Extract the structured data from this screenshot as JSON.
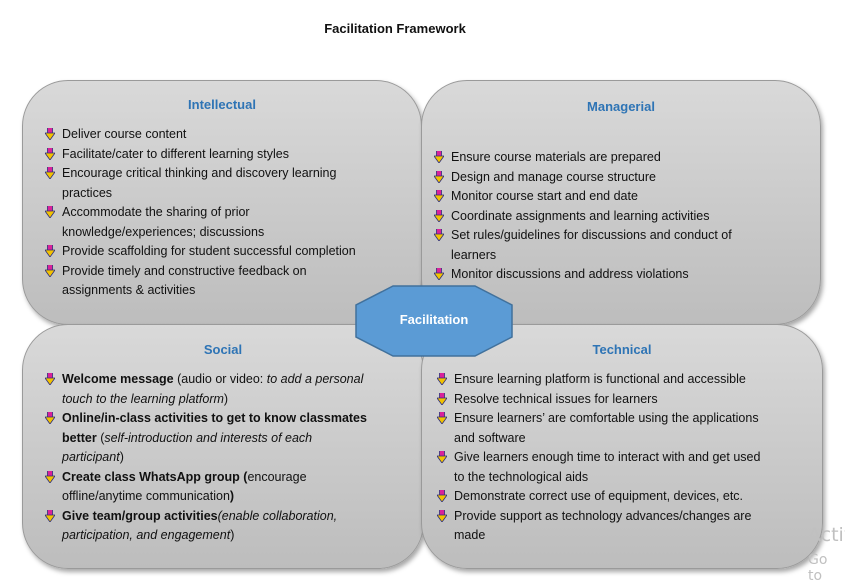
{
  "title": "Facilitation Framework",
  "center": {
    "label": "Facilitation"
  },
  "colors": {
    "heading": "#2e74b5",
    "center_fill": "#5b9bd5",
    "center_stroke": "#41719c",
    "box_fill": "#cfcfcf",
    "bullet_top": "#d9229a",
    "bullet_bottom": "#f2c200",
    "bullet_edge": "#2f2f7a"
  },
  "bullet_icon": "arrow-down-bullet-icon",
  "quadrants": {
    "intellectual": {
      "heading": "Intellectual",
      "items": [
        {
          "lines": [
            "Deliver course content"
          ]
        },
        {
          "lines": [
            "Facilitate/cater to different learning styles"
          ]
        },
        {
          "lines": [
            "Encourage critical thinking and discovery learning",
            "practices"
          ]
        },
        {
          "lines": [
            "Accommodate the sharing of prior",
            "knowledge/experiences; discussions"
          ]
        },
        {
          "lines": [
            "Provide scaffolding for student successful completion"
          ]
        },
        {
          "lines": [
            "Provide timely and constructive feedback on",
            "assignments & activities"
          ]
        }
      ]
    },
    "managerial": {
      "heading": "Managerial",
      "items": [
        {
          "lines": [
            "Ensure course materials are prepared"
          ]
        },
        {
          "lines": [
            "Design and manage course structure"
          ]
        },
        {
          "lines": [
            "Monitor course start and end date"
          ]
        },
        {
          "lines": [
            "Coordinate assignments and learning activities"
          ]
        },
        {
          "lines": [
            "Set rules/guidelines for discussions and conduct of",
            "learners"
          ]
        },
        {
          "lines": [
            "Monitor discussions and address violations"
          ]
        }
      ]
    },
    "social": {
      "heading": "Social",
      "items": [
        {
          "lines": [
            [
              {
                "t": "Welcome message",
                "s": "bold"
              },
              {
                "t": " (audio or video: ",
                "s": ""
              },
              {
                "t": "to add a personal",
                "s": "ital"
              }
            ],
            [
              {
                "t": "touch to the learning platform",
                "s": "ital"
              },
              {
                "t": ")",
                "s": ""
              }
            ]
          ]
        },
        {
          "lines": [
            [
              {
                "t": "Online/in-class activities to get to know classmates",
                "s": "bold"
              }
            ],
            [
              {
                "t": "better",
                "s": "bold"
              },
              {
                "t": " (",
                "s": ""
              },
              {
                "t": "self-introduction and interests of each",
                "s": "ital"
              }
            ],
            [
              {
                "t": "participant",
                "s": "ital"
              },
              {
                "t": ")",
                "s": ""
              }
            ]
          ]
        },
        {
          "lines": [
            [
              {
                "t": "Create class WhatsApp group (",
                "s": "bold"
              },
              {
                "t": "encourage",
                "s": ""
              }
            ],
            [
              {
                "t": "offline/anytime communication",
                "s": ""
              },
              {
                "t": ")",
                "s": "bold"
              }
            ]
          ]
        },
        {
          "lines": [
            [
              {
                "t": "Give team/group activities",
                "s": "bold"
              },
              {
                "t": "(enable collaboration,",
                "s": "ital"
              }
            ],
            [
              {
                "t": "participation, and engagement",
                "s": "ital"
              },
              {
                "t": ")",
                "s": ""
              }
            ]
          ]
        }
      ]
    },
    "technical": {
      "heading": "Technical",
      "items": [
        {
          "lines": [
            "Ensure learning platform is functional and accessible"
          ]
        },
        {
          "lines": [
            "Resolve technical issues for learners"
          ]
        },
        {
          "lines": [
            "Ensure learners’ are comfortable using the applications",
            "and software"
          ]
        },
        {
          "lines": [
            "Give learners enough time to interact with and get used",
            "to the technological aids"
          ]
        },
        {
          "lines": [
            "Demonstrate correct use of equipment, devices, etc."
          ]
        },
        {
          "lines": [
            "Provide support as technology advances/changes are",
            "made"
          ]
        }
      ]
    }
  },
  "watermark": {
    "line1": "Activ",
    "line2": "Go to"
  }
}
